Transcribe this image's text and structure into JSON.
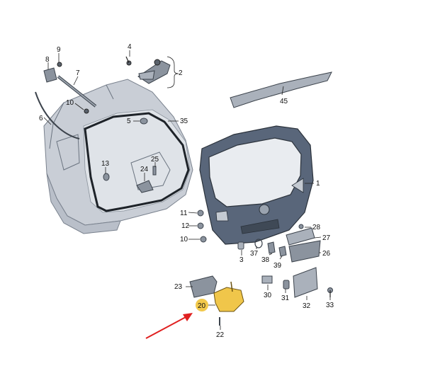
{
  "diagram": {
    "callouts": [
      {
        "id": "c1",
        "label": "1"
      },
      {
        "id": "c2",
        "label": "2"
      },
      {
        "id": "c3",
        "label": "3"
      },
      {
        "id": "c4",
        "label": "4"
      },
      {
        "id": "c5",
        "label": "5"
      },
      {
        "id": "c6",
        "label": "6"
      },
      {
        "id": "c7",
        "label": "7"
      },
      {
        "id": "c8",
        "label": "8"
      },
      {
        "id": "c9",
        "label": "9"
      },
      {
        "id": "c10a",
        "label": "10"
      },
      {
        "id": "c10b",
        "label": "10"
      },
      {
        "id": "c11",
        "label": "11"
      },
      {
        "id": "c12",
        "label": "12"
      },
      {
        "id": "c13",
        "label": "13"
      },
      {
        "id": "c20",
        "label": "20"
      },
      {
        "id": "c22",
        "label": "22"
      },
      {
        "id": "c23",
        "label": "23"
      },
      {
        "id": "c24",
        "label": "24"
      },
      {
        "id": "c25",
        "label": "25"
      },
      {
        "id": "c26",
        "label": "26"
      },
      {
        "id": "c27",
        "label": "27"
      },
      {
        "id": "c28",
        "label": "28"
      },
      {
        "id": "c30",
        "label": "30"
      },
      {
        "id": "c31",
        "label": "31"
      },
      {
        "id": "c32",
        "label": "32"
      },
      {
        "id": "c33",
        "label": "33"
      },
      {
        "id": "c35",
        "label": "35"
      },
      {
        "id": "c37",
        "label": "37"
      },
      {
        "id": "c38",
        "label": "38"
      },
      {
        "id": "c39",
        "label": "39"
      },
      {
        "id": "c45",
        "label": "45"
      }
    ],
    "highlight": {
      "label": "20",
      "color": "#f2c94c"
    },
    "arrow_color": "#e02020"
  }
}
